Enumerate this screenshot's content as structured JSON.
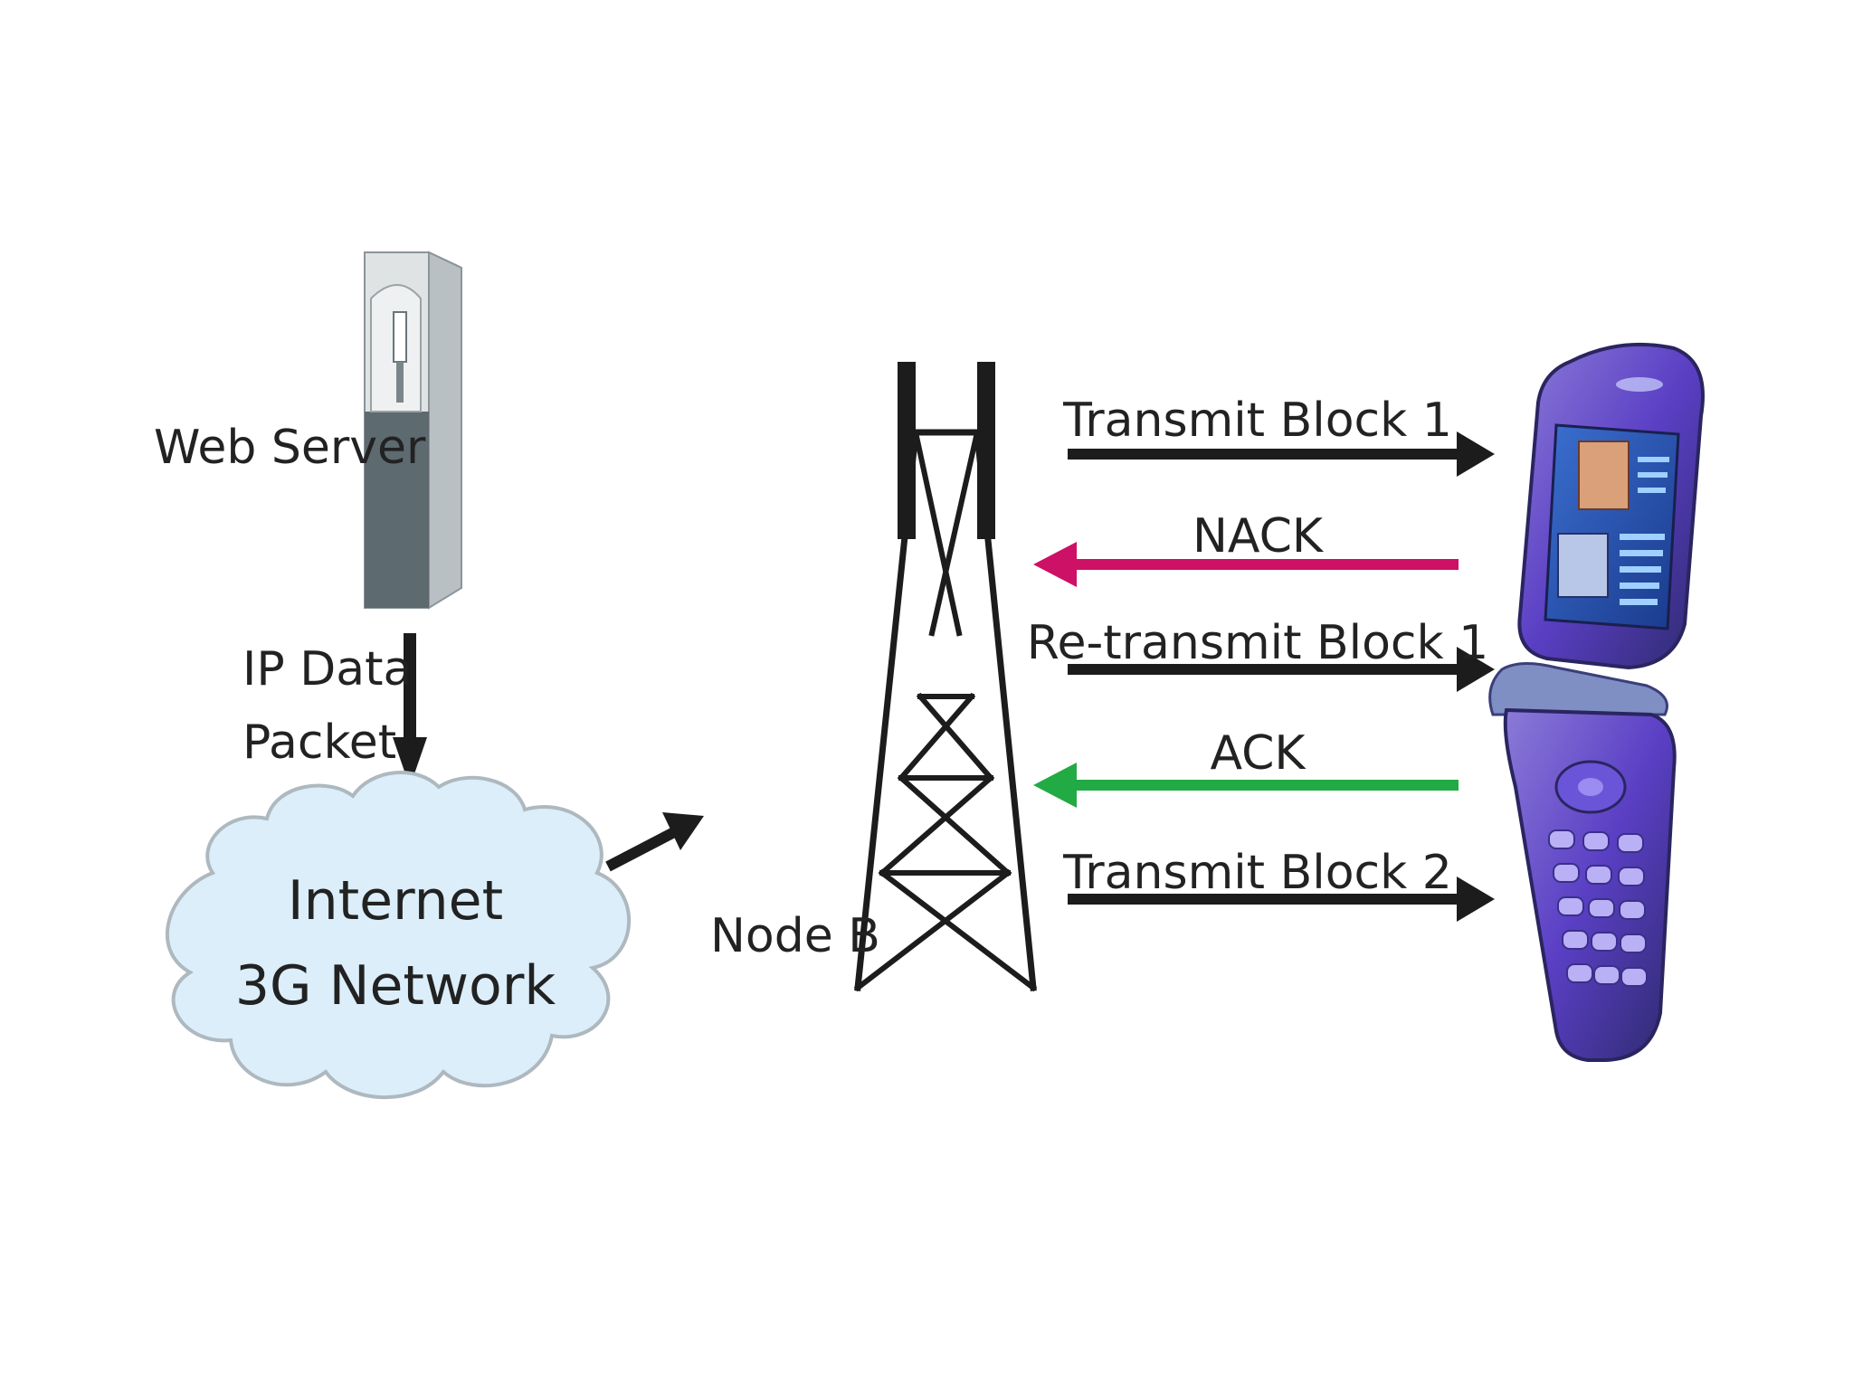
{
  "labels": {
    "web_server": "Web Server",
    "ip_data": "IP Data",
    "packet": "Packet",
    "cloud_line1": "Internet",
    "cloud_line2": "3G Network",
    "node_b": "Node B"
  },
  "messages": [
    {
      "label": "Transmit Block 1",
      "direction": "to-phone",
      "color": "#1c1c1c"
    },
    {
      "label": "NACK",
      "direction": "to-node-b",
      "color": "#cc1166"
    },
    {
      "label": "Re-transmit Block 1",
      "direction": "to-phone",
      "color": "#1c1c1c"
    },
    {
      "label": "ACK",
      "direction": "to-node-b",
      "color": "#22aa44"
    },
    {
      "label": "Transmit Block 2",
      "direction": "to-phone",
      "color": "#1c1c1c"
    }
  ],
  "icons": {
    "server": "server-tower-icon",
    "cloud": "cloud-icon",
    "tower": "cell-tower-icon",
    "phone": "flip-phone-icon"
  },
  "colors": {
    "server_light": "#dfe3e4",
    "server_dark": "#5d6a70",
    "cloud_fill": "#dbeef9",
    "cloud_stroke": "#aeb8bf",
    "phone_body": "#5a3fc4",
    "phone_dark": "#2e2a6e"
  }
}
